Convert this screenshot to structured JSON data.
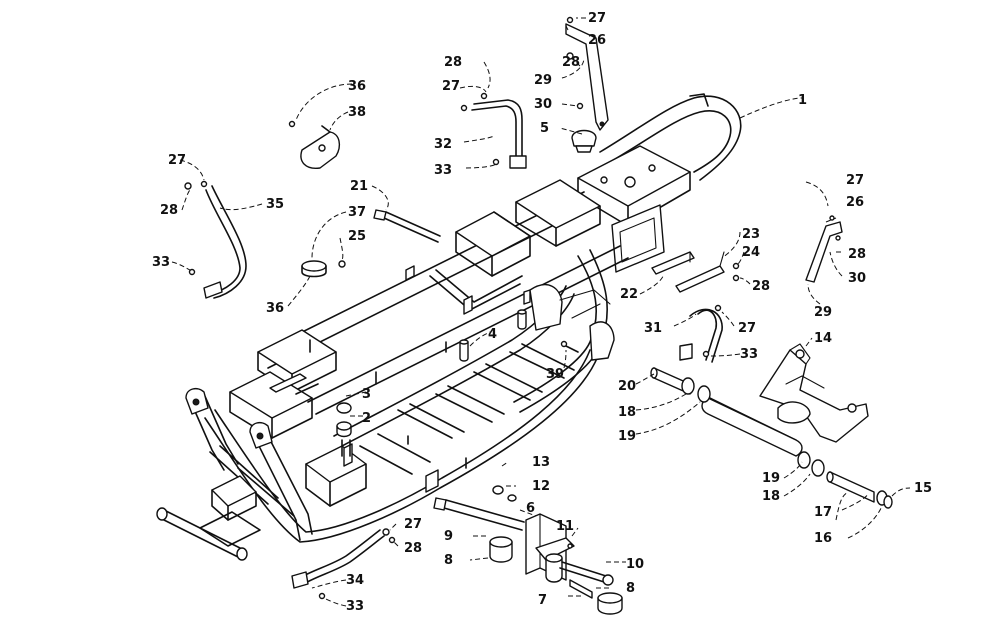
{
  "diagram": {
    "labels": {
      "p1": "1",
      "p2": "2",
      "p3": "3",
      "p4": "4",
      "p5": "5",
      "p6": "6",
      "p7": "7",
      "p8a": "8",
      "p8b": "8",
      "p9": "9",
      "p10": "10",
      "p11": "11",
      "p12": "12",
      "p13": "13",
      "p14": "14",
      "p15": "15",
      "p16": "16",
      "p17": "17",
      "p18a": "18",
      "p18b": "18",
      "p19a": "19",
      "p19b": "19",
      "p20": "20",
      "p21": "21",
      "p22": "22",
      "p23": "23",
      "p24": "24",
      "p25": "25",
      "p26a": "26",
      "p26b": "26",
      "p27a": "27",
      "p27b": "27",
      "p27c": "27",
      "p27d": "27",
      "p27e": "27",
      "p27f": "27",
      "p28a": "28",
      "p28b": "28",
      "p28c": "28",
      "p28d": "28",
      "p28e": "28",
      "p28f": "28",
      "p29a": "29",
      "p29b": "29",
      "p30a": "30",
      "p30b": "30",
      "p31": "31",
      "p32": "32",
      "p33a": "33",
      "p33b": "33",
      "p33c": "33",
      "p33d": "33",
      "p34": "34",
      "p35": "35",
      "p36a": "36",
      "p36b": "36",
      "p37": "37",
      "p38": "38",
      "p39": "39"
    }
  }
}
